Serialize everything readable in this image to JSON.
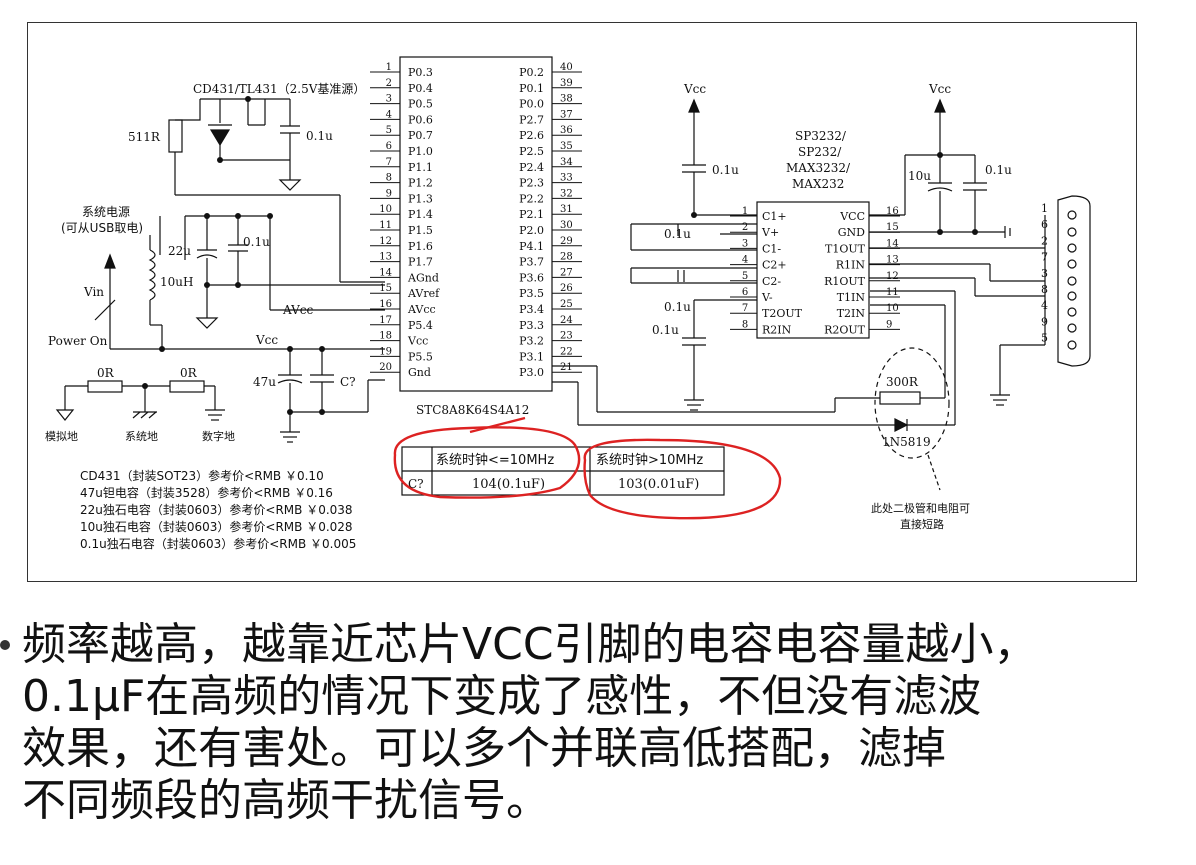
{
  "diagram": {
    "reference_title": "CD431/TL431（2.5V基准源）",
    "resistor_511": "511R",
    "cap_01u": "0.1u",
    "power_label": "系统电源",
    "power_sub": "(可从USB取电)",
    "cap_22u": "22u",
    "inductor": "10uH",
    "vin": "Vin",
    "power_on": "Power On",
    "avcc": "AVcc",
    "vcc": "Vcc",
    "cap_47u": "47u",
    "cap_c": "C?",
    "r0_left": "0R",
    "r0_right": "0R",
    "gnd_analog": "模拟地",
    "gnd_system": "系统地",
    "gnd_digital": "数字地",
    "prices": [
      "CD431（封装SOT23）参考价<RMB ￥0.10",
      "47u钽电容（封装3528）参考价<RMB ￥0.16",
      "22u独石电容（封装0603）参考价<RMB ￥0.038",
      "10u独石电容（封装0603）参考价<RMB ￥0.028",
      "0.1u独石电容（封装0603）参考价<RMB ￥0.005"
    ],
    "chip_name": "STC8A8K64S4A12",
    "left_pins": [
      {
        "num": "1",
        "name": "P0.3"
      },
      {
        "num": "2",
        "name": "P0.4"
      },
      {
        "num": "3",
        "name": "P0.5"
      },
      {
        "num": "4",
        "name": "P0.6"
      },
      {
        "num": "5",
        "name": "P0.7"
      },
      {
        "num": "6",
        "name": "P1.0"
      },
      {
        "num": "7",
        "name": "P1.1"
      },
      {
        "num": "8",
        "name": "P1.2"
      },
      {
        "num": "9",
        "name": "P1.3"
      },
      {
        "num": "10",
        "name": "P1.4"
      },
      {
        "num": "11",
        "name": "P1.5"
      },
      {
        "num": "12",
        "name": "P1.6"
      },
      {
        "num": "13",
        "name": "P1.7"
      },
      {
        "num": "14",
        "name": "AGnd"
      },
      {
        "num": "15",
        "name": "AVref"
      },
      {
        "num": "16",
        "name": "AVcc"
      },
      {
        "num": "17",
        "name": "P5.4"
      },
      {
        "num": "18",
        "name": "Vcc"
      },
      {
        "num": "19",
        "name": "P5.5"
      },
      {
        "num": "20",
        "name": "Gnd"
      }
    ],
    "right_pins": [
      {
        "num": "40",
        "name": "P0.2"
      },
      {
        "num": "39",
        "name": "P0.1"
      },
      {
        "num": "38",
        "name": "P0.0"
      },
      {
        "num": "37",
        "name": "P2.7"
      },
      {
        "num": "36",
        "name": "P2.6"
      },
      {
        "num": "35",
        "name": "P2.5"
      },
      {
        "num": "34",
        "name": "P2.4"
      },
      {
        "num": "33",
        "name": "P2.3"
      },
      {
        "num": "32",
        "name": "P2.2"
      },
      {
        "num": "31",
        "name": "P2.1"
      },
      {
        "num": "30",
        "name": "P2.0"
      },
      {
        "num": "29",
        "name": "P4.1"
      },
      {
        "num": "28",
        "name": "P3.7"
      },
      {
        "num": "27",
        "name": "P3.6"
      },
      {
        "num": "26",
        "name": "P3.5"
      },
      {
        "num": "25",
        "name": "P3.4"
      },
      {
        "num": "24",
        "name": "P3.3"
      },
      {
        "num": "23",
        "name": "P3.2"
      },
      {
        "num": "22",
        "name": "P3.1"
      },
      {
        "num": "21",
        "name": "P3.0"
      }
    ],
    "table": {
      "header_left": "系统时钟<=10MHz",
      "header_right": "系统时钟>10MHz",
      "row_label": "C?",
      "val_left": "104(0.1uF)",
      "val_right": "103(0.01uF)"
    },
    "sp_names": [
      "SP3232/",
      "SP232/",
      "MAX3232/",
      "MAX232"
    ],
    "sp_left_pins": [
      {
        "num": "1",
        "name": "C1+"
      },
      {
        "num": "2",
        "name": "V+"
      },
      {
        "num": "3",
        "name": "C1-"
      },
      {
        "num": "4",
        "name": "C2+"
      },
      {
        "num": "5",
        "name": "C2-"
      },
      {
        "num": "6",
        "name": "V-"
      },
      {
        "num": "7",
        "name": "T2OUT"
      },
      {
        "num": "8",
        "name": "R2IN"
      }
    ],
    "sp_right_pins": [
      {
        "num": "16",
        "name": "VCC"
      },
      {
        "num": "15",
        "name": "GND"
      },
      {
        "num": "14",
        "name": "T1OUT"
      },
      {
        "num": "13",
        "name": "R1IN"
      },
      {
        "num": "12",
        "name": "R1OUT"
      },
      {
        "num": "11",
        "name": "T1IN"
      },
      {
        "num": "10",
        "name": "T2IN"
      },
      {
        "num": "9",
        "name": "R2OUT"
      }
    ],
    "vcc_sp": "Vcc",
    "vcc_right": "Vcc",
    "sp_cap_01u_a": "0.1u",
    "sp_cap_01u_b": "0.1u",
    "sp_cap_01u_c": "0.1u",
    "sp_cap_01u_d": "0.1u",
    "sp_cap_01u_e": "0.1u",
    "sp_cap_10u": "10u",
    "r300": "300R",
    "diode": "1N5819",
    "note_line1": "此处二极管和电阻可",
    "note_line2": "直接短路",
    "db9_pins": [
      "1",
      "6",
      "2",
      "7",
      "3",
      "8",
      "4",
      "9",
      "5"
    ]
  },
  "bullet": {
    "line1": "频率越高，越靠近芯片VCC引脚的电容电容量越小，",
    "line2": "0.1μF在高频的情况下变成了感性，不但没有滤波",
    "line3": "效果，还有害处。可以多个并联高低搭配，滤掉",
    "line4": "不同频段的高频干扰信号。"
  }
}
